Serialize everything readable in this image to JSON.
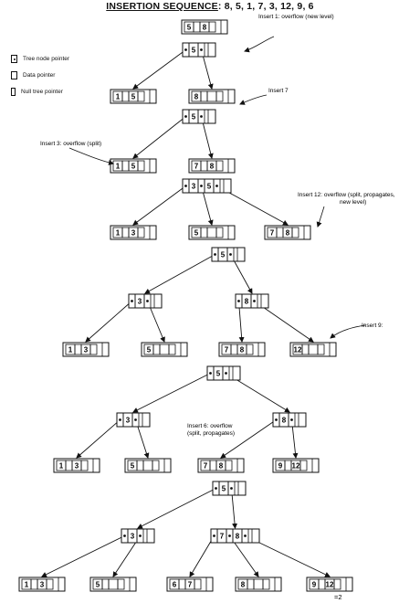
{
  "title": {
    "prefix": "INSERTION SEQUENCE",
    "sequence": "8, 5, 1, 7, 3, 12, 9, 6"
  },
  "legend": [
    {
      "label": "Tree node pointer",
      "icon": "tree-node-pointer-icon"
    },
    {
      "label": "Data pointer",
      "icon": "data-pointer-icon"
    },
    {
      "label": "Null tree pointer",
      "icon": "null-tree-pointer-icon"
    }
  ],
  "annotations": {
    "insert1": "Insert 1: overflow (new level)",
    "insert7": "Insert 7",
    "insert3": "Insert 3: overflow (split)",
    "insert12_a": "Insert 12: overflow (split, propagates,",
    "insert12_b": "new level)",
    "insert9": "Insert 9:",
    "insert6_a": "Insert 6: overflow",
    "insert6_b": "(split, propagates)"
  },
  "stages": [
    {
      "id": "stage-1",
      "nodes": [
        {
          "id": "s1-leaf",
          "kind": "leaf",
          "keys": [
            "5",
            "8"
          ]
        }
      ],
      "edges": []
    },
    {
      "id": "stage-2",
      "nodes": [
        {
          "id": "s2-root",
          "kind": "internal",
          "keys": [
            "5"
          ]
        },
        {
          "id": "s2-leaf-a",
          "kind": "leaf",
          "keys": [
            "1",
            "5"
          ]
        },
        {
          "id": "s2-leaf-b",
          "kind": "leaf",
          "keys": [
            "8"
          ]
        }
      ],
      "edges": [
        [
          "s2-root",
          0,
          "s2-leaf-a"
        ],
        [
          "s2-root",
          1,
          "s2-leaf-b"
        ]
      ]
    },
    {
      "id": "stage-3",
      "nodes": [
        {
          "id": "s3-root",
          "kind": "internal",
          "keys": [
            "5"
          ]
        },
        {
          "id": "s3-leaf-a",
          "kind": "leaf",
          "keys": [
            "1",
            "5"
          ]
        },
        {
          "id": "s3-leaf-b",
          "kind": "leaf",
          "keys": [
            "7",
            "8"
          ]
        }
      ],
      "edges": [
        [
          "s3-root",
          0,
          "s3-leaf-a"
        ],
        [
          "s3-root",
          1,
          "s3-leaf-b"
        ]
      ]
    },
    {
      "id": "stage-4",
      "nodes": [
        {
          "id": "s4-root",
          "kind": "internal",
          "keys": [
            "3",
            "5"
          ]
        },
        {
          "id": "s4-leaf-a",
          "kind": "leaf",
          "keys": [
            "1",
            "3"
          ]
        },
        {
          "id": "s4-leaf-b",
          "kind": "leaf",
          "keys": [
            "5"
          ]
        },
        {
          "id": "s4-leaf-c",
          "kind": "leaf",
          "keys": [
            "7",
            "8"
          ]
        }
      ],
      "edges": [
        [
          "s4-root",
          0,
          "s4-leaf-a"
        ],
        [
          "s4-root",
          1,
          "s4-leaf-b"
        ],
        [
          "s4-root",
          2,
          "s4-leaf-c"
        ]
      ]
    },
    {
      "id": "stage-5",
      "nodes": [
        {
          "id": "s5-root",
          "kind": "internal",
          "keys": [
            "5"
          ]
        },
        {
          "id": "s5-int-a",
          "kind": "internal",
          "keys": [
            "3"
          ]
        },
        {
          "id": "s5-int-b",
          "kind": "internal",
          "keys": [
            "8"
          ]
        },
        {
          "id": "s5-leaf-a",
          "kind": "leaf",
          "keys": [
            "1",
            "3"
          ]
        },
        {
          "id": "s5-leaf-b",
          "kind": "leaf",
          "keys": [
            "5"
          ]
        },
        {
          "id": "s5-leaf-c",
          "kind": "leaf",
          "keys": [
            "7",
            "8"
          ]
        },
        {
          "id": "s5-leaf-d",
          "kind": "leaf",
          "keys": [
            "12"
          ]
        }
      ],
      "edges": [
        [
          "s5-root",
          0,
          "s5-int-a"
        ],
        [
          "s5-root",
          1,
          "s5-int-b"
        ],
        [
          "s5-int-a",
          0,
          "s5-leaf-a"
        ],
        [
          "s5-int-a",
          1,
          "s5-leaf-b"
        ],
        [
          "s5-int-b",
          0,
          "s5-leaf-c"
        ],
        [
          "s5-int-b",
          1,
          "s5-leaf-d"
        ]
      ]
    },
    {
      "id": "stage-6",
      "nodes": [
        {
          "id": "s6-root",
          "kind": "internal",
          "keys": [
            "5"
          ]
        },
        {
          "id": "s6-int-a",
          "kind": "internal",
          "keys": [
            "3"
          ]
        },
        {
          "id": "s6-int-b",
          "kind": "internal",
          "keys": [
            "8"
          ]
        },
        {
          "id": "s6-leaf-a",
          "kind": "leaf",
          "keys": [
            "1",
            "3"
          ]
        },
        {
          "id": "s6-leaf-b",
          "kind": "leaf",
          "keys": [
            "5"
          ]
        },
        {
          "id": "s6-leaf-c",
          "kind": "leaf",
          "keys": [
            "7",
            "8"
          ]
        },
        {
          "id": "s6-leaf-d",
          "kind": "leaf",
          "keys": [
            "9",
            "12"
          ]
        }
      ],
      "edges": [
        [
          "s6-root",
          0,
          "s6-int-a"
        ],
        [
          "s6-root",
          1,
          "s6-int-b"
        ],
        [
          "s6-int-a",
          0,
          "s6-leaf-a"
        ],
        [
          "s6-int-a",
          1,
          "s6-leaf-b"
        ],
        [
          "s6-int-b",
          0,
          "s6-leaf-c"
        ],
        [
          "s6-int-b",
          1,
          "s6-leaf-d"
        ]
      ]
    },
    {
      "id": "stage-7",
      "nodes": [
        {
          "id": "s7-root",
          "kind": "internal",
          "keys": [
            "5"
          ]
        },
        {
          "id": "s7-int-a",
          "kind": "internal",
          "keys": [
            "3"
          ]
        },
        {
          "id": "s7-int-b",
          "kind": "internal",
          "keys": [
            "7",
            "8"
          ]
        },
        {
          "id": "s7-leaf-a",
          "kind": "leaf",
          "keys": [
            "1",
            "3"
          ]
        },
        {
          "id": "s7-leaf-b",
          "kind": "leaf",
          "keys": [
            "5"
          ]
        },
        {
          "id": "s7-leaf-c",
          "kind": "leaf",
          "keys": [
            "6",
            "7"
          ]
        },
        {
          "id": "s7-leaf-d",
          "kind": "leaf",
          "keys": [
            "8"
          ]
        },
        {
          "id": "s7-leaf-e",
          "kind": "leaf",
          "keys": [
            "9",
            "12"
          ]
        }
      ],
      "edges": [
        [
          "s7-root",
          0,
          "s7-int-a"
        ],
        [
          "s7-root",
          1,
          "s7-int-b"
        ],
        [
          "s7-int-a",
          0,
          "s7-leaf-a"
        ],
        [
          "s7-int-a",
          1,
          "s7-leaf-b"
        ],
        [
          "s7-int-b",
          0,
          "s7-leaf-c"
        ],
        [
          "s7-int-b",
          1,
          "s7-leaf-d"
        ],
        [
          "s7-int-b",
          2,
          "s7-leaf-e"
        ]
      ]
    }
  ],
  "page_mark": "=2"
}
